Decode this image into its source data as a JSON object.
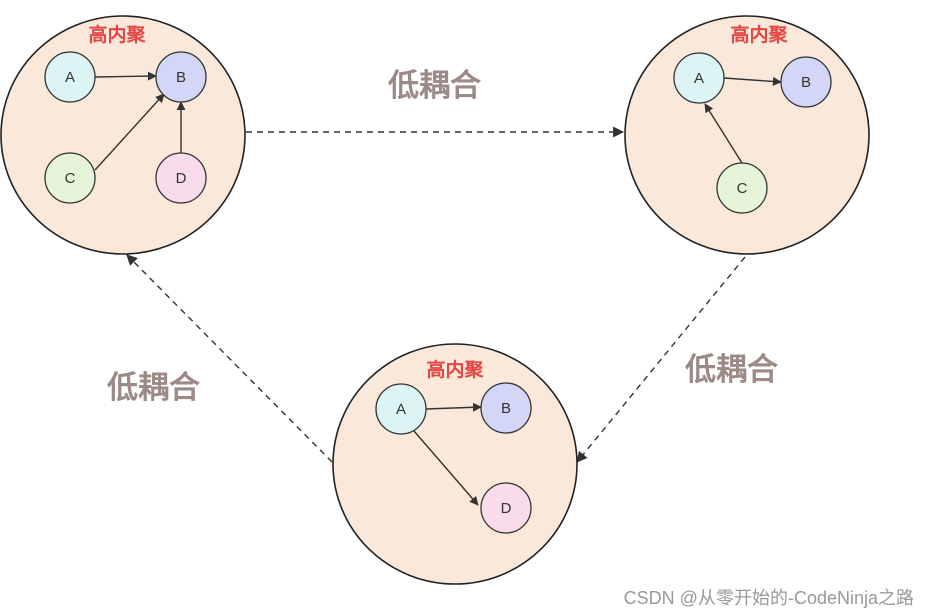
{
  "colors": {
    "module_fill": "#FAE8DA",
    "module_stroke": "#222222",
    "title_red": "#E64545",
    "coupling_text": "#9C8A87",
    "edge": "#333333",
    "node_stroke": "#333333",
    "watermark": "#999999",
    "A": "#DDF4F4",
    "B": "#D3D6F6",
    "C": "#E6F5DA",
    "D": "#F8DCEC"
  },
  "modules": [
    {
      "title": "高内聚",
      "nodes": [
        {
          "id": "A",
          "label": "A"
        },
        {
          "id": "B",
          "label": "B"
        },
        {
          "id": "C",
          "label": "C"
        },
        {
          "id": "D",
          "label": "D"
        }
      ],
      "edges": [
        [
          "A",
          "B"
        ],
        [
          "C",
          "B"
        ],
        [
          "D",
          "B"
        ]
      ]
    },
    {
      "title": "高内聚",
      "nodes": [
        {
          "id": "A",
          "label": "A"
        },
        {
          "id": "B",
          "label": "B"
        },
        {
          "id": "C",
          "label": "C"
        }
      ],
      "edges": [
        [
          "A",
          "B"
        ],
        [
          "C",
          "A"
        ]
      ]
    },
    {
      "title": "高内聚",
      "nodes": [
        {
          "id": "A",
          "label": "A"
        },
        {
          "id": "B",
          "label": "B"
        },
        {
          "id": "D",
          "label": "D"
        }
      ],
      "edges": [
        [
          "A",
          "B"
        ],
        [
          "A",
          "D"
        ]
      ]
    }
  ],
  "couplings": [
    {
      "from": 0,
      "to": 1,
      "label": "低耦合"
    },
    {
      "from": 1,
      "to": 2,
      "label": "低耦合"
    },
    {
      "from": 2,
      "to": 0,
      "label": "低耦合"
    }
  ],
  "watermark": "CSDN @从零开始的-CodeNinja之路"
}
